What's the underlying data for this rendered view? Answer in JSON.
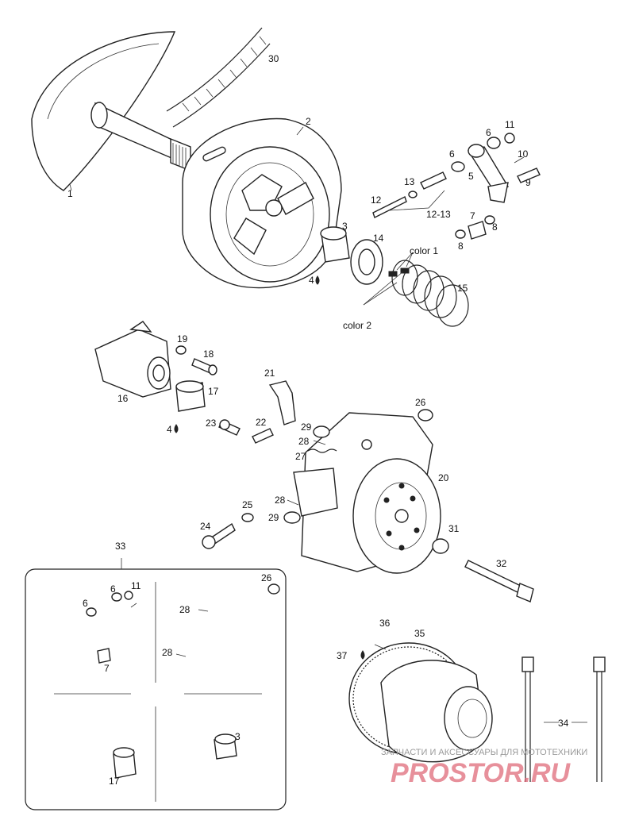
{
  "labels": {
    "l1": "1",
    "l2": "2",
    "l3": "3",
    "l3b": "3",
    "l4a": "4",
    "l4b": "4",
    "l5": "5",
    "l6a": "6",
    "l6b": "6",
    "l6c": "6",
    "l6d": "6",
    "l7": "7",
    "l7b": "7",
    "l8a": "8",
    "l8b": "8",
    "l9": "9",
    "l10": "10",
    "l11": "11",
    "l11b": "11",
    "l12": "12",
    "l13": "13",
    "l1213": "12-13",
    "l14": "14",
    "l15": "15",
    "l16": "16",
    "l17": "17",
    "l17b": "17",
    "l18": "18",
    "l19": "19",
    "l20": "20",
    "l21": "21",
    "l22": "22",
    "l23": "23",
    "l24": "24",
    "l25": "25",
    "l26": "26",
    "l26b": "26",
    "l27": "27",
    "l28a": "28",
    "l28b": "28",
    "l28c": "28",
    "l28d": "28",
    "l29a": "29",
    "l29b": "29",
    "l30": "30",
    "l31": "31",
    "l32": "32",
    "l33": "33",
    "l34": "34",
    "l35": "35",
    "l36": "36",
    "l37": "37",
    "color1": "color 1",
    "color2": "color 2"
  },
  "watermark": {
    "tagline": "ЗАПЧАСТИ И АКСЕССУАРЫ ДЛЯ МОТОТЕХНИКИ",
    "brand": "PROSTOR.RU"
  },
  "colors": {
    "line": "#222222",
    "watermark_red": "#e06b7a",
    "watermark_gray": "#9a9a9a"
  }
}
